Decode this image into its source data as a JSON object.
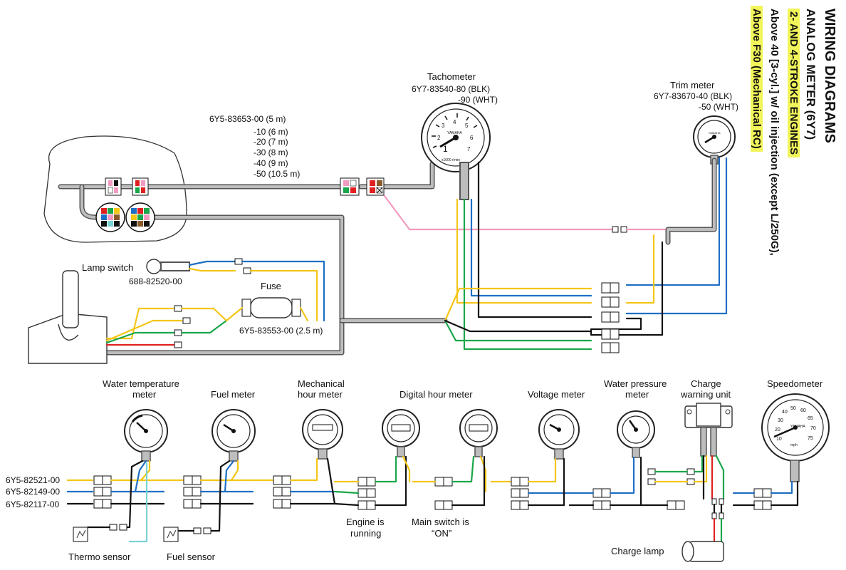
{
  "title": {
    "line1": "WIRING DIAGRAMS",
    "line2": "ANALOG METER (6Y7)",
    "line3": "2- AND 4-STROKE ENGINES",
    "line4": "Above 40 [3-cyl.] w/ oil injection (except L/250G),",
    "line5": "Above F30 (Mechanical RC)"
  },
  "top": {
    "harness_part_numbers": [
      "6Y5-83653-00 (5 m)",
      "-10 (6 m)",
      "-20 (7 m)",
      "-30 (8 m)",
      "-40 (9 m)",
      "-50 (10.5 m)"
    ],
    "tachometer": {
      "name": "Tachometer",
      "pn1": "6Y7-83540-80 (BLK)",
      "pn2": "-90 (WHT)",
      "face_brand": "YAMAHA",
      "face_unit": "x1000 r/min",
      "scale": [
        "1",
        "2",
        "3",
        "4",
        "5",
        "6",
        "7"
      ]
    },
    "trim_meter": {
      "name": "Trim meter",
      "pn1": "6Y7-83670-40 (BLK)",
      "pn2": "-50 (WHT)",
      "face_brand": "YAMAHA"
    },
    "lamp_switch": {
      "name": "Lamp switch",
      "pn": "688-82520-00"
    },
    "fuse": {
      "name": "Fuse"
    },
    "main_harness": {
      "pn": "6Y5-83553-00 (2.5 m)"
    }
  },
  "bottom": {
    "harness_pns": [
      "6Y5-82521-00",
      "6Y5-82149-00",
      "6Y5-82117-00"
    ],
    "meters": [
      {
        "key": "water_temp",
        "label_l1": "Water temperature",
        "label_l2": "meter"
      },
      {
        "key": "fuel",
        "label_l1": "Fuel meter",
        "label_l2": ""
      },
      {
        "key": "mech_hour",
        "label_l1": "Mechanical",
        "label_l2": "hour meter"
      },
      {
        "key": "digital_hour",
        "label_l1": "Digital hour meter",
        "label_l2": ""
      },
      {
        "key": "voltage",
        "label_l1": "Voltage meter",
        "label_l2": ""
      },
      {
        "key": "water_pressure",
        "label_l1": "Water pressure",
        "label_l2": "meter"
      },
      {
        "key": "charge_warning",
        "label_l1": "Charge",
        "label_l2": "warning unit"
      },
      {
        "key": "speedometer",
        "label_l1": "Speedometer",
        "label_l2": ""
      }
    ],
    "thermo_sensor": "Thermo sensor",
    "fuel_sensor": "Fuel sensor",
    "engine_running_l1": "Engine is",
    "engine_running_l2": "running",
    "main_switch_l1": "Main switch is",
    "main_switch_l2": "“ON”",
    "charge_lamp": "Charge lamp",
    "speedometer_face": {
      "brand": "YAMAHA",
      "unit": "mph",
      "scale": [
        "10",
        "20",
        "30",
        "40",
        "50",
        "60",
        "65",
        "70",
        "75"
      ]
    }
  },
  "colors": {
    "blue": "#1f6fc4",
    "yellow": "#f5c518",
    "green": "#1aa64a",
    "red": "#e02020",
    "pink": "#f29ac0",
    "black": "#111111",
    "gray": "#555555",
    "highlight": "#f2f55a"
  }
}
